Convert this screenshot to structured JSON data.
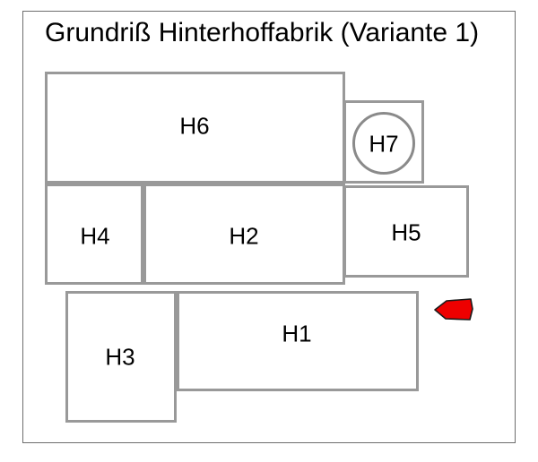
{
  "document": {
    "title": "Grundriß Hinterhoffabrik (Variante 1)",
    "frame_color": "#6e6e6e",
    "background": "#ffffff"
  },
  "floorplan": {
    "wall_color": "#999999",
    "label_color": "#000000",
    "rooms": [
      {
        "id": "H6",
        "label": "H6",
        "shape": "rectangle"
      },
      {
        "id": "H7",
        "label": "H7",
        "shape": "circle-in-square"
      },
      {
        "id": "H4",
        "label": "H4",
        "shape": "rectangle"
      },
      {
        "id": "H2",
        "label": "H2",
        "shape": "rectangle"
      },
      {
        "id": "H5",
        "label": "H5",
        "shape": "rectangle"
      },
      {
        "id": "H1",
        "label": "H1",
        "shape": "rectangle"
      },
      {
        "id": "H3",
        "label": "H3",
        "shape": "rectangle"
      }
    ]
  },
  "annotations": {
    "arrow": {
      "name": "red-arrow-marker",
      "direction": "left",
      "color": "#ee0000",
      "stroke": "#111111"
    }
  }
}
